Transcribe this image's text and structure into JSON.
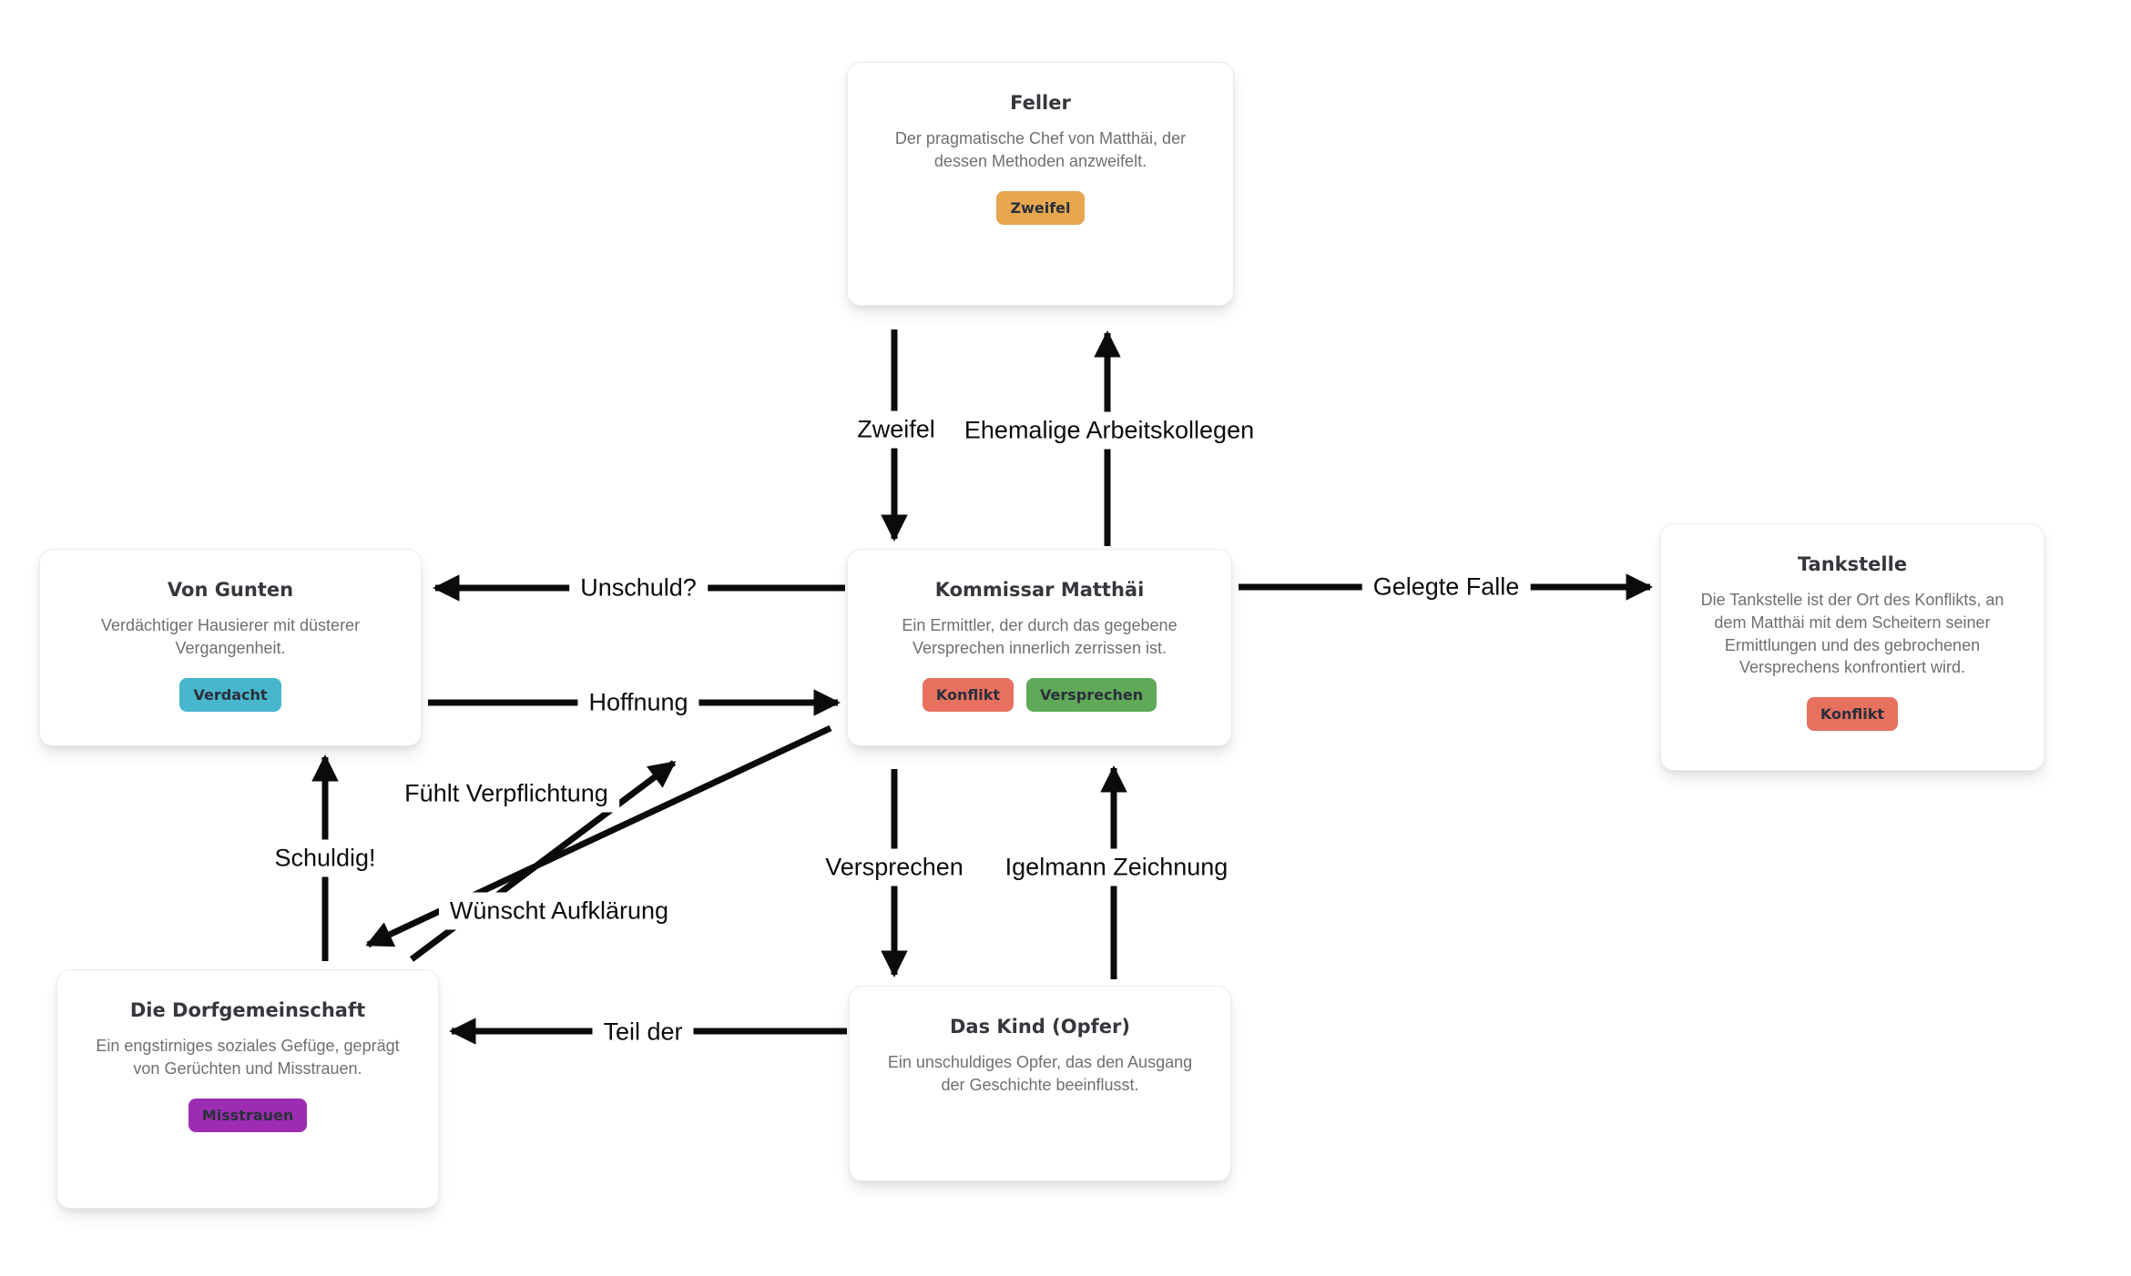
{
  "diagram": {
    "background": "#ffffff",
    "arrow_color": "#0b0b0b"
  },
  "nodes": [
    {
      "id": "feller",
      "title": "Feller",
      "description": "Der pragmatische Chef von Matthäi, der\ndessen Methoden anzweifelt.",
      "tags": [
        {
          "label": "Zweifel",
          "color": "#e7a74f"
        }
      ]
    },
    {
      "id": "von-gunten",
      "title": "Von Gunten",
      "description": "Verdächtiger Hausierer mit düsterer\nVergangenheit.",
      "tags": [
        {
          "label": "Verdacht",
          "color": "#48b6cc"
        }
      ]
    },
    {
      "id": "kommissar-matthaei",
      "title": "Kommissar Matthäi",
      "description": "Ein Ermittler, der durch das gegebene\nVersprechen innerlich zerrissen ist.",
      "tags": [
        {
          "label": "Konflikt",
          "color": "#e7705f"
        },
        {
          "label": "Versprechen",
          "color": "#5fa958"
        }
      ]
    },
    {
      "id": "tankstelle",
      "title": "Tankstelle",
      "description": "Die Tankstelle ist der Ort des Konflikts, an\ndem Matthäi mit dem Scheitern seiner\nErmittlungen und des gebrochenen\nVersprechens konfrontiert wird.",
      "tags": [
        {
          "label": "Konflikt",
          "color": "#e7705f"
        }
      ]
    },
    {
      "id": "dorfgemeinschaft",
      "title": "Die Dorfgemeinschaft",
      "description": "Ein engstirniges soziales Gefüge, geprägt\nvon Gerüchten und Misstrauen.",
      "tags": [
        {
          "label": "Misstrauen",
          "color": "#9c2db2"
        }
      ]
    },
    {
      "id": "das-kind",
      "title": "Das Kind (Opfer)",
      "description": "Ein unschuldiges Opfer, das den Ausgang\nder Geschichte beeinflusst.",
      "tags": []
    }
  ],
  "edges": [
    {
      "label": "Zweifel",
      "from": "feller",
      "to": "kommissar-matthaei"
    },
    {
      "label": "Ehemalige Arbeitskollegen",
      "from": "kommissar-matthaei",
      "to": "feller"
    },
    {
      "label": "Unschuld?",
      "from": "kommissar-matthaei",
      "to": "von-gunten"
    },
    {
      "label": "Hoffnung",
      "from": "von-gunten",
      "to": "kommissar-matthaei"
    },
    {
      "label": "Gelegte Falle",
      "from": "kommissar-matthaei",
      "to": "tankstelle"
    },
    {
      "label": "Versprechen",
      "from": "kommissar-matthaei",
      "to": "das-kind"
    },
    {
      "label": "Igelmann Zeichnung",
      "from": "das-kind",
      "to": "kommissar-matthaei"
    },
    {
      "label": "Schuldig!",
      "from": "dorfgemeinschaft",
      "to": "von-gunten"
    },
    {
      "label": "Fühlt Verpflichtung",
      "from": "kommissar-matthaei",
      "to": "dorfgemeinschaft"
    },
    {
      "label": "Wünscht Aufklärung",
      "from": "dorfgemeinschaft",
      "to": "kommissar-matthaei"
    },
    {
      "label": "Teil der",
      "from": "das-kind",
      "to": "dorfgemeinschaft"
    }
  ]
}
